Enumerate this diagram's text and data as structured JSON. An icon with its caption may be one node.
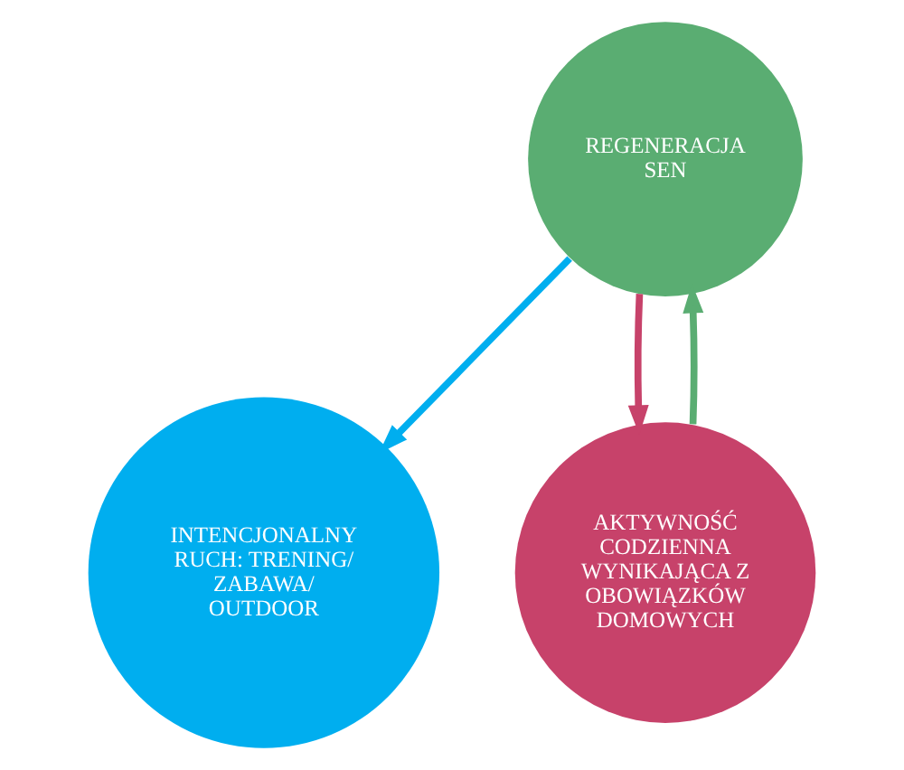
{
  "diagram": {
    "nodes": [
      {
        "text": [
          "REGENERACJA SEN"
        ]
      },
      {
        "text": [
          "INTENCJONALNY RUCH: TRENING/ ZABAWA/ OUTDOOR"
        ]
      },
      {
        "text": [
          "AKTYWNOŚĆ CODZIENNA WYNIKAJĄCA Z OBOWIĄZKÓW DOMOWYCH"
        ]
      }
    ],
    "edges": [
      {
        "from": 0,
        "to": 1,
        "arrow": "to",
        "color": "#00aeef"
      },
      {
        "from": 0,
        "to": 2,
        "arrow": "to",
        "color": "#c7426a"
      },
      {
        "from": 2,
        "to": 0,
        "arrow": "to",
        "color": "#5aad72"
      }
    ]
  }
}
